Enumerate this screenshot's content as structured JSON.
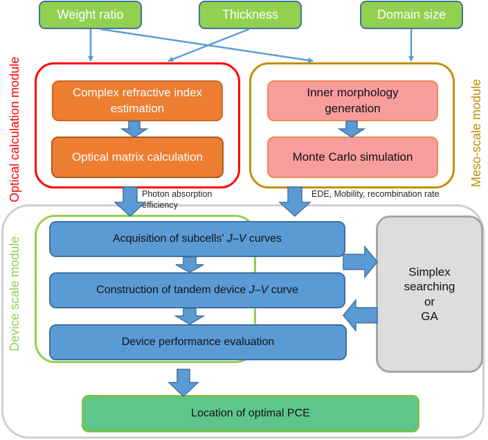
{
  "inputs": {
    "weight_ratio": "Weight ratio",
    "thickness": "Thickness",
    "domain_size": "Domain size"
  },
  "optical_module": {
    "label": "Optical calculation module",
    "color": "#ff0000",
    "steps": [
      "Complex refractive index estimation",
      "Optical matrix calculation"
    ]
  },
  "meso_module": {
    "label": "Meso-scale module",
    "color": "#bf9000",
    "steps": [
      "Inner morphology generation",
      "Monte Carlo simulation"
    ]
  },
  "annotations": {
    "optical_output": "Photon absorption efficiency",
    "meso_output": "EDE, Mobility, recombination rate"
  },
  "device_module": {
    "label": "Device scale module",
    "color": "#92d050",
    "steps": {
      "acquisition": {
        "before": "Acquisition of subcells’ ",
        "italic": "J–V",
        "after": " curves"
      },
      "construction": {
        "before": "Construction of tandem device ",
        "italic": "J–V",
        "after": " curve"
      },
      "evaluation": "Device performance evaluation"
    }
  },
  "optimizer": {
    "line1": "Simplex",
    "line2": "searching",
    "line3": "or",
    "line4": "GA"
  },
  "result": "Location of optimal PCE"
}
